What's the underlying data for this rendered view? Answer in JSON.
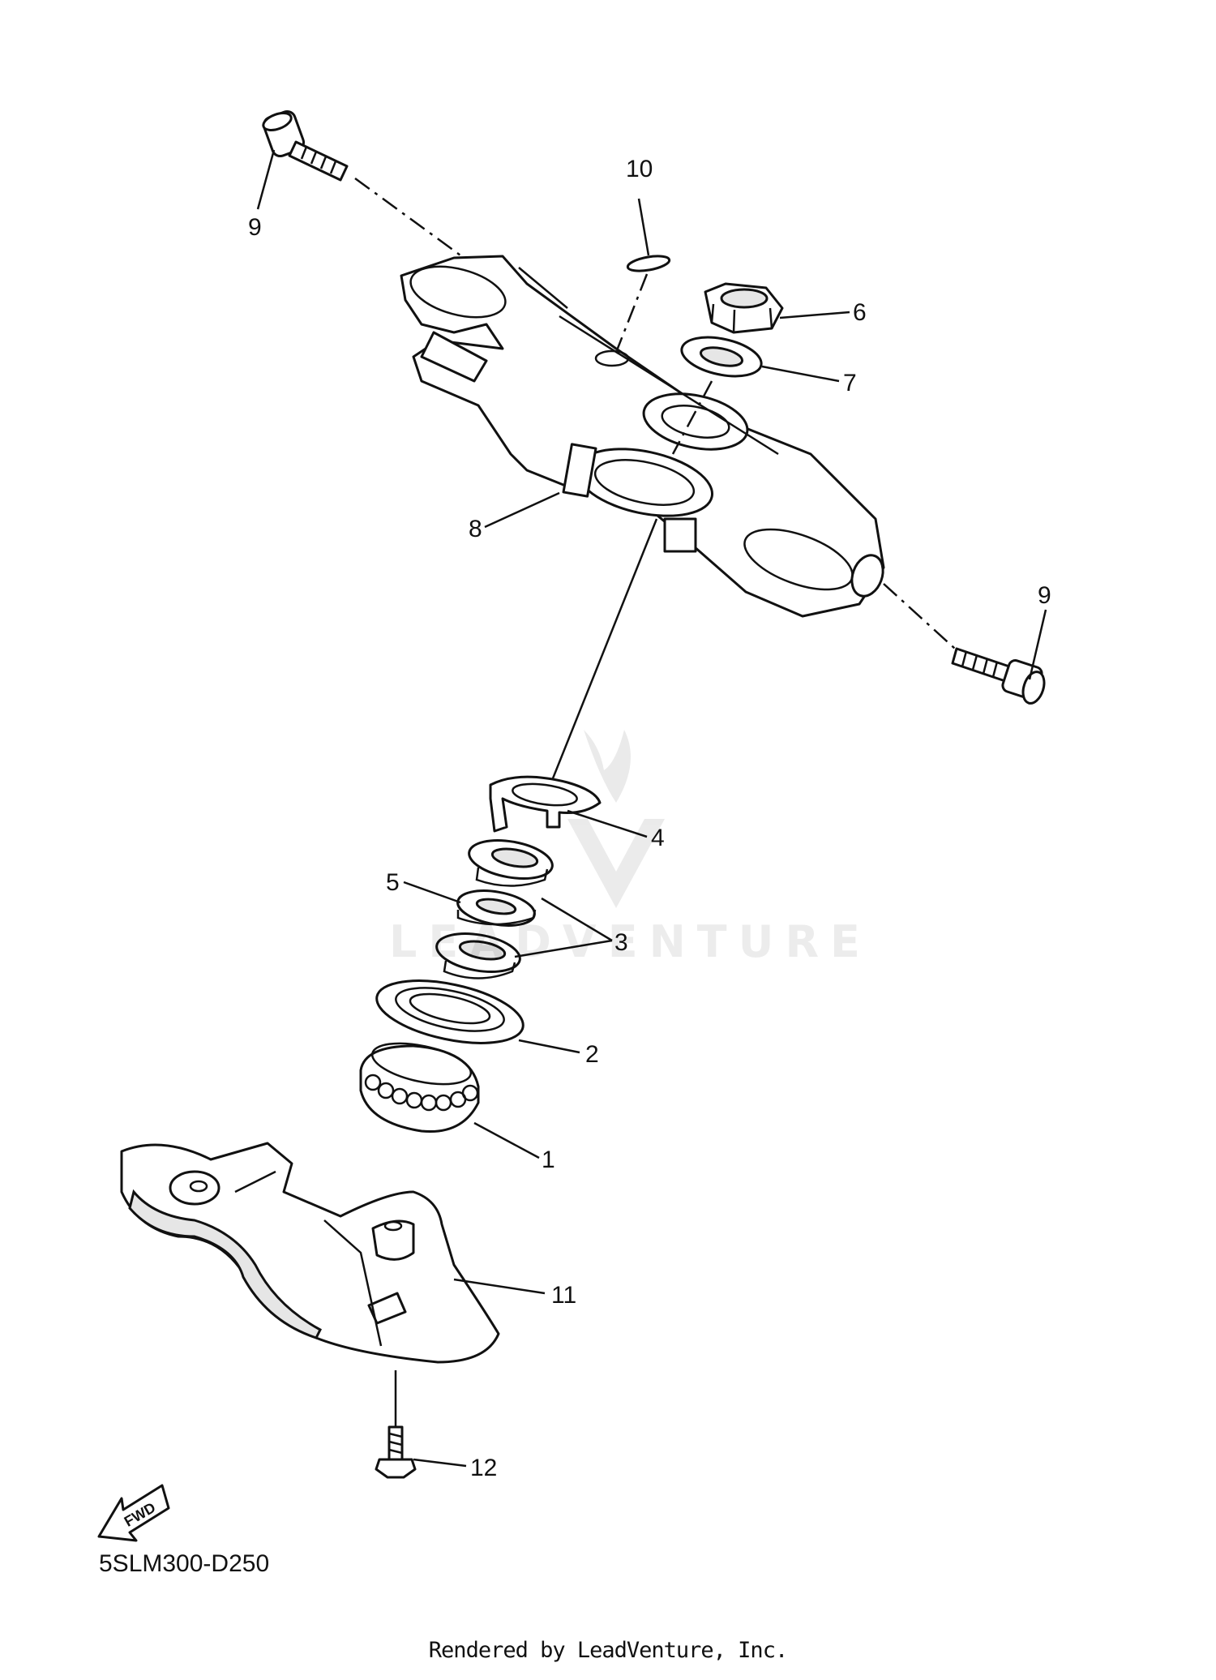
{
  "drawing_code": "5SLM300-D250",
  "render_credit": "Rendered by LeadVenture, Inc.",
  "watermark_text": "LEADVENTURE",
  "fwd_arrow_label": "FWD",
  "callouts": {
    "c1": "1",
    "c2": "2",
    "c3": "3",
    "c4": "4",
    "c5": "5",
    "c6": "6",
    "c7": "7",
    "c8": "8",
    "c9_top": "9",
    "c9_right": "9",
    "c10": "10",
    "c11": "11",
    "c12": "12"
  },
  "colors": {
    "line": "#111111",
    "background": "#ffffff"
  },
  "icons": [
    "fwd-arrow-icon",
    "leadventure-logo-watermark-icon"
  ]
}
